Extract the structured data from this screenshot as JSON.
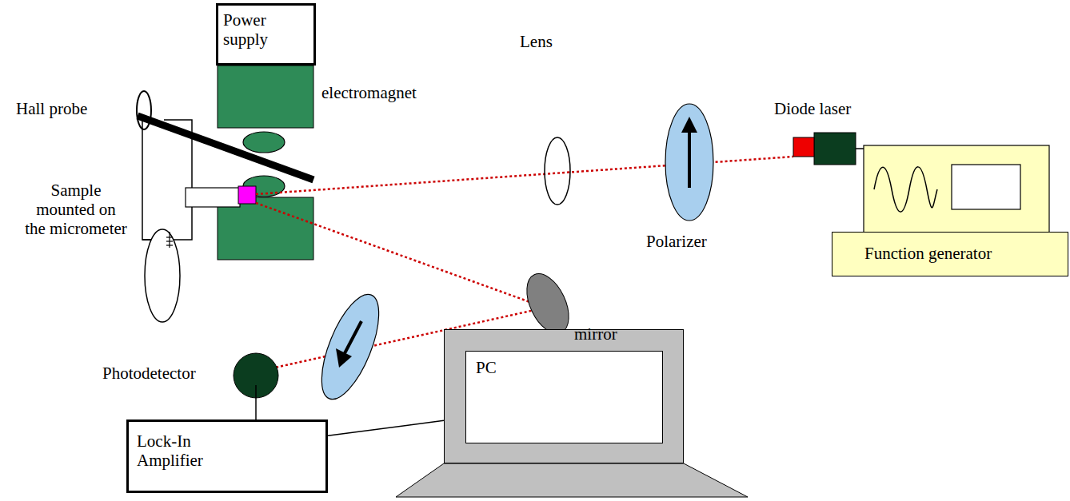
{
  "diagram": {
    "nodes": [
      {
        "text": [
          "Power supply"
        ]
      },
      {
        "text": [
          "Function generator"
        ]
      },
      {
        "text": [
          "PC"
        ]
      },
      {
        "text": [
          "Lock-In Amplifier"
        ]
      }
    ],
    "edges": [
      {
        "from": 3,
        "to": 2,
        "arrow": "none"
      }
    ],
    "labels": [
      "Hall probe",
      "electromagnet",
      "Lens",
      "Polarizer",
      "Diode laser",
      "Sample mounted on the micrometer",
      "mirror",
      "Photodetector"
    ]
  }
}
